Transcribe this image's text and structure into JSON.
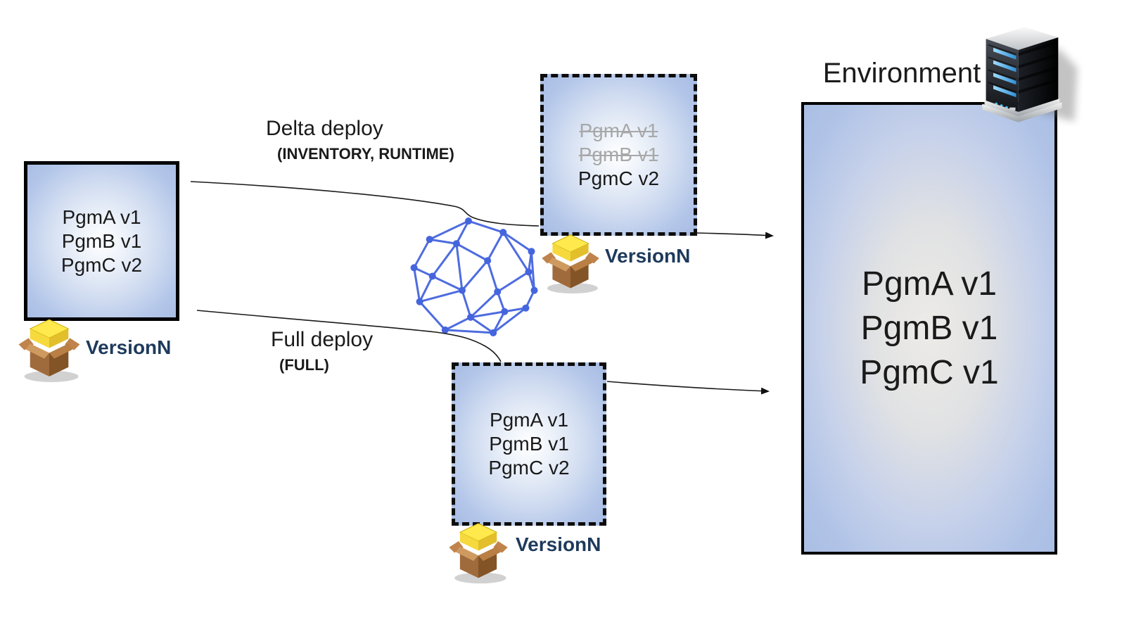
{
  "colors": {
    "mesh_blue": "#4565de",
    "version_label_text": "#1e3a5c",
    "struck_text": "#a8a8a8",
    "body_text": "#1a1a1a",
    "box_edge_blue": "#abc0e6",
    "environment_center_gray": "#eceae7",
    "border_black": "#000000"
  },
  "source_package": {
    "programs": [
      "PgmA v1",
      "PgmB v1",
      "PgmC v2"
    ],
    "version_label": "VersionN"
  },
  "flows": {
    "delta": {
      "label": "Delta deploy",
      "modes": "(INVENTORY, RUNTIME)"
    },
    "full": {
      "label": "Full deploy",
      "modes": "(FULL)"
    }
  },
  "delta_package": {
    "programs": [
      "PgmA v1",
      "PgmB v1",
      "PgmC v2"
    ],
    "struck_programs": [
      "PgmA v1",
      "PgmB v1"
    ],
    "version_label": "VersionN"
  },
  "full_package": {
    "programs": [
      "PgmA v1",
      "PgmB v1",
      "PgmC v2"
    ],
    "version_label": "VersionN"
  },
  "environment": {
    "title": "Environment",
    "programs": [
      "PgmA v1",
      "PgmB v1",
      "PgmC v1"
    ]
  },
  "icons": {
    "package": "package-box-icon",
    "server": "server-icon",
    "network": "network-mesh-icon"
  }
}
